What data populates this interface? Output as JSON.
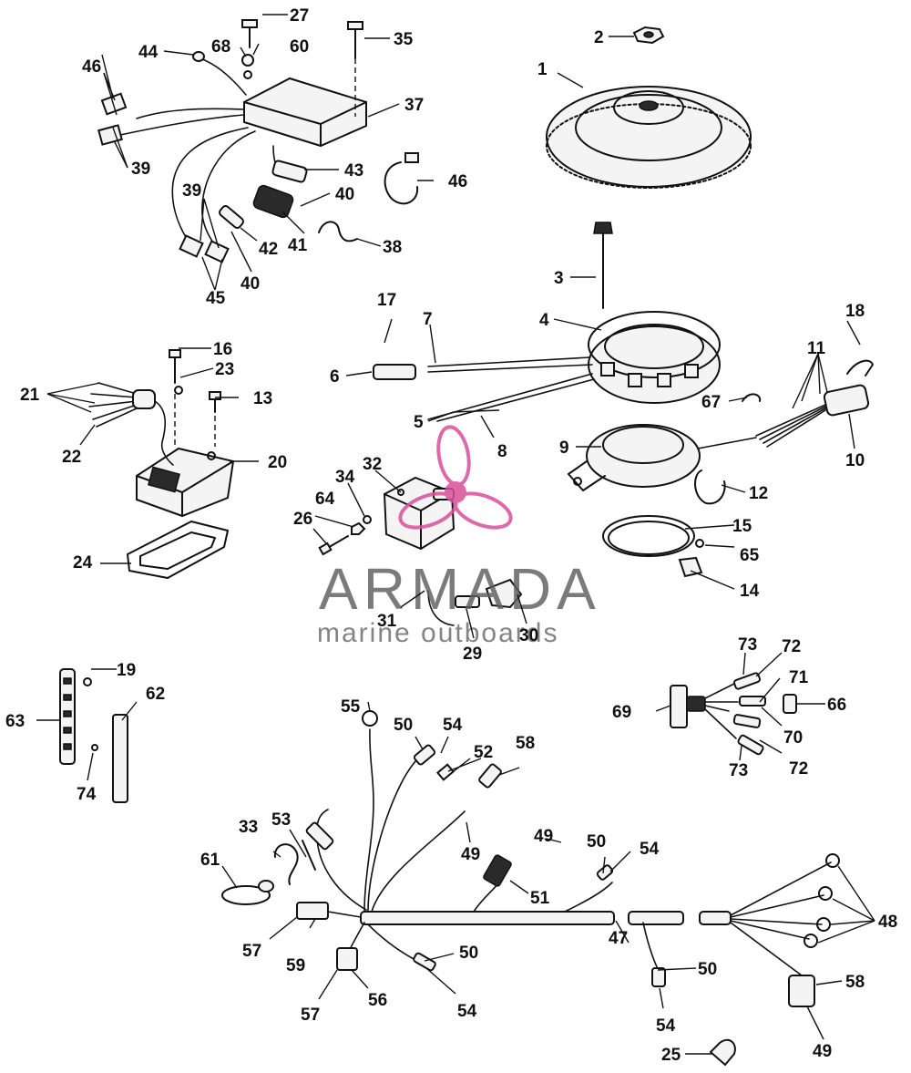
{
  "watermark": {
    "brand": "ARMADA",
    "tagline": "marine outboards",
    "logo_color": "#d9509b",
    "text_color": "#5f5f5f"
  },
  "callouts": {
    "c1": "1",
    "c2": "2",
    "c3": "3",
    "c4": "4",
    "c5": "5",
    "c6": "6",
    "c7": "7",
    "c8": "8",
    "c9": "9",
    "c10": "10",
    "c11": "11",
    "c12": "12",
    "c13": "13",
    "c14": "14",
    "c15": "15",
    "c16": "16",
    "c17": "17",
    "c18": "18",
    "c19": "19",
    "c20": "20",
    "c21": "21",
    "c22": "22",
    "c23": "23",
    "c24": "24",
    "c25": "25",
    "c26": "26",
    "c27": "27",
    "c29": "29",
    "c30": "30",
    "c31": "31",
    "c32": "32",
    "c33": "33",
    "c34": "34",
    "c35": "35",
    "c37": "37",
    "c38": "38",
    "c39a": "39",
    "c39b": "39",
    "c40a": "40",
    "c40b": "40",
    "c41": "41",
    "c42": "42",
    "c43": "43",
    "c44": "44",
    "c45": "45",
    "c46a": "46",
    "c46b": "46",
    "c47": "47",
    "c48": "48",
    "c49a": "49",
    "c49b": "49",
    "c49c": "49",
    "c50a": "50",
    "c50b": "50",
    "c50c": "50",
    "c50d": "50",
    "c51": "51",
    "c52": "52",
    "c53": "53",
    "c54a": "54",
    "c54b": "54",
    "c54c": "54",
    "c54d": "54",
    "c55": "55",
    "c56": "56",
    "c57a": "57",
    "c57b": "57",
    "c58a": "58",
    "c58b": "58",
    "c59": "59",
    "c60": "60",
    "c61": "61",
    "c62": "62",
    "c63": "63",
    "c64": "64",
    "c65": "65",
    "c66": "66",
    "c67": "67",
    "c68": "68",
    "c69": "69",
    "c70": "70",
    "c71": "71",
    "c72a": "72",
    "c72b": "72",
    "c73a": "73",
    "c73b": "73",
    "c74": "74"
  }
}
